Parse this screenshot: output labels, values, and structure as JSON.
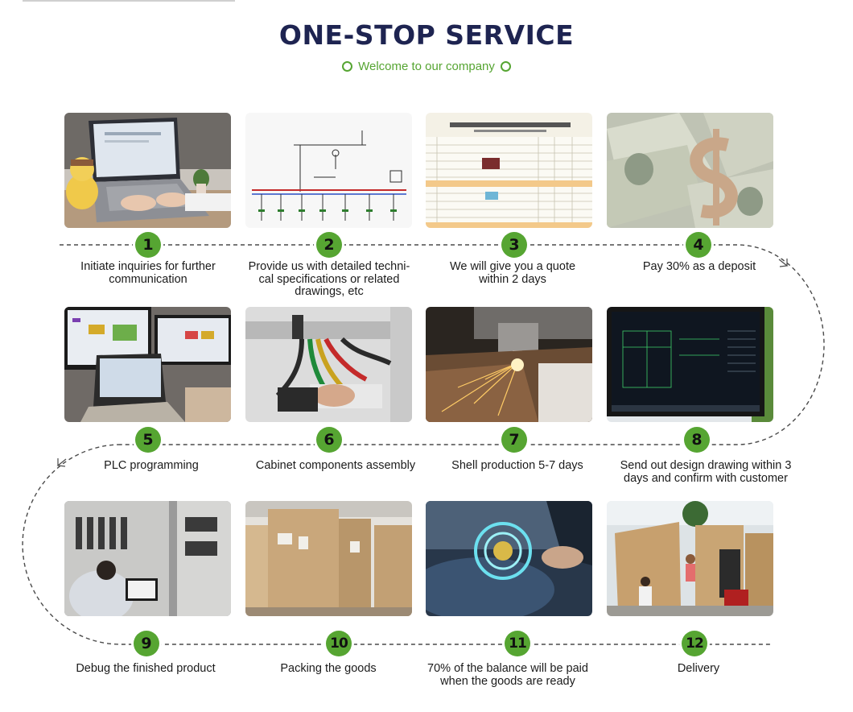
{
  "header": {
    "title": "ONE-STOP SERVICE",
    "subtitle": "Welcome to our company"
  },
  "colors": {
    "title": "#1e2451",
    "accent_green": "#56a532",
    "dashed_path": "#4a4a4a"
  },
  "steps": [
    {
      "number": "1",
      "caption": "Initiate inquiries for further communication",
      "image": "laptop-photo"
    },
    {
      "number": "2",
      "caption": "Provide us with detailed techni-cal specifications or related drawings, etc",
      "image": "electrical-drawing-photo"
    },
    {
      "number": "3",
      "caption": "We will give you a quote within 2 days",
      "image": "quotation-sheet-photo"
    },
    {
      "number": "4",
      "caption": "Pay 30% as a deposit",
      "image": "dollar-bills-photo"
    },
    {
      "number": "5",
      "caption": "PLC programming",
      "image": "plc-monitors-photo"
    },
    {
      "number": "6",
      "caption": "Cabinet components assembly",
      "image": "cabinet-wiring-photo"
    },
    {
      "number": "7",
      "caption": "Shell production 5-7 days",
      "image": "laser-cutting-photo"
    },
    {
      "number": "8",
      "caption": "Send out design drawing within 3 days and confirm with customer",
      "image": "cad-monitor-photo"
    },
    {
      "number": "9",
      "caption": "Debug the finished product",
      "image": "debugging-photo"
    },
    {
      "number": "10",
      "caption": "Packing the goods",
      "image": "wooden-crates-photo"
    },
    {
      "number": "11",
      "caption": "70% of the balance will be paid when the goods are ready",
      "image": "payment-globe-photo"
    },
    {
      "number": "12",
      "caption": "Delivery",
      "image": "delivery-photo"
    }
  ]
}
